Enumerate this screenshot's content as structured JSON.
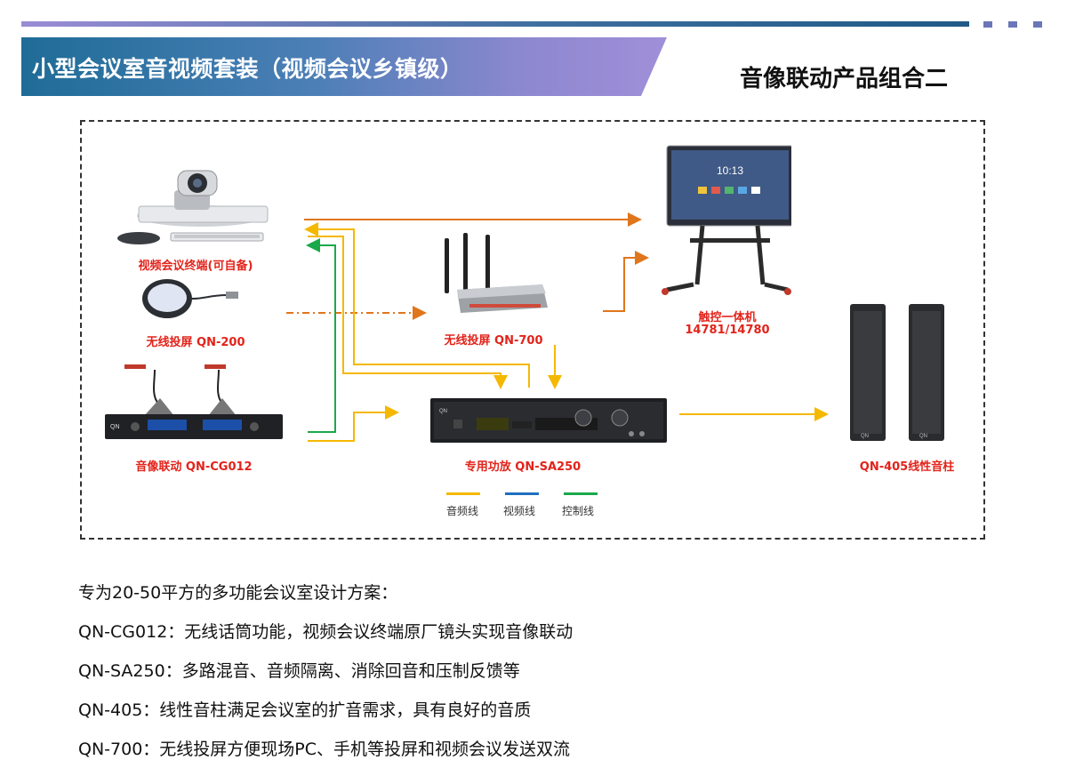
{
  "header": {
    "banner_title": "小型会议室音视频套装（视频会议乡镇级）",
    "subtitle": "音像联动产品组合二"
  },
  "devices": {
    "terminal": "视频会议终端(可自备)",
    "qn200": "无线投屏 QN-200",
    "qn700": "无线投屏 QN-700",
    "panel": "触控一体机",
    "panel_model": "14781/14780",
    "cg012": "音像联动 QN-CG012",
    "sa250": "专用功放  QN-SA250",
    "qn405": "QN-405线性音柱",
    "screen_time": "10:13",
    "brand_mark": "QN"
  },
  "legend": [
    {
      "label": "音频线",
      "color": "#f5b800"
    },
    {
      "label": "视频线",
      "color": "#1f6fc0"
    },
    {
      "label": "控制线",
      "color": "#19a94a"
    }
  ],
  "colors": {
    "audio": "#f5b800",
    "video_orange": "#e0761c",
    "control": "#19a94a",
    "label_red": "#e2231a"
  },
  "description": [
    "专为20-50平方的多功能会议室设计方案：",
    "QN-CG012：无线话筒功能，视频会议终端原厂镜头实现音像联动",
    "QN-SA250：多路混音、音频隔离、消除回音和压制反馈等",
    "QN-405：线性音柱满足会议室的扩音需求，具有良好的音质",
    "QN-700：无线投屏方便现场PC、手机等投屏和视频会议发送双流"
  ]
}
